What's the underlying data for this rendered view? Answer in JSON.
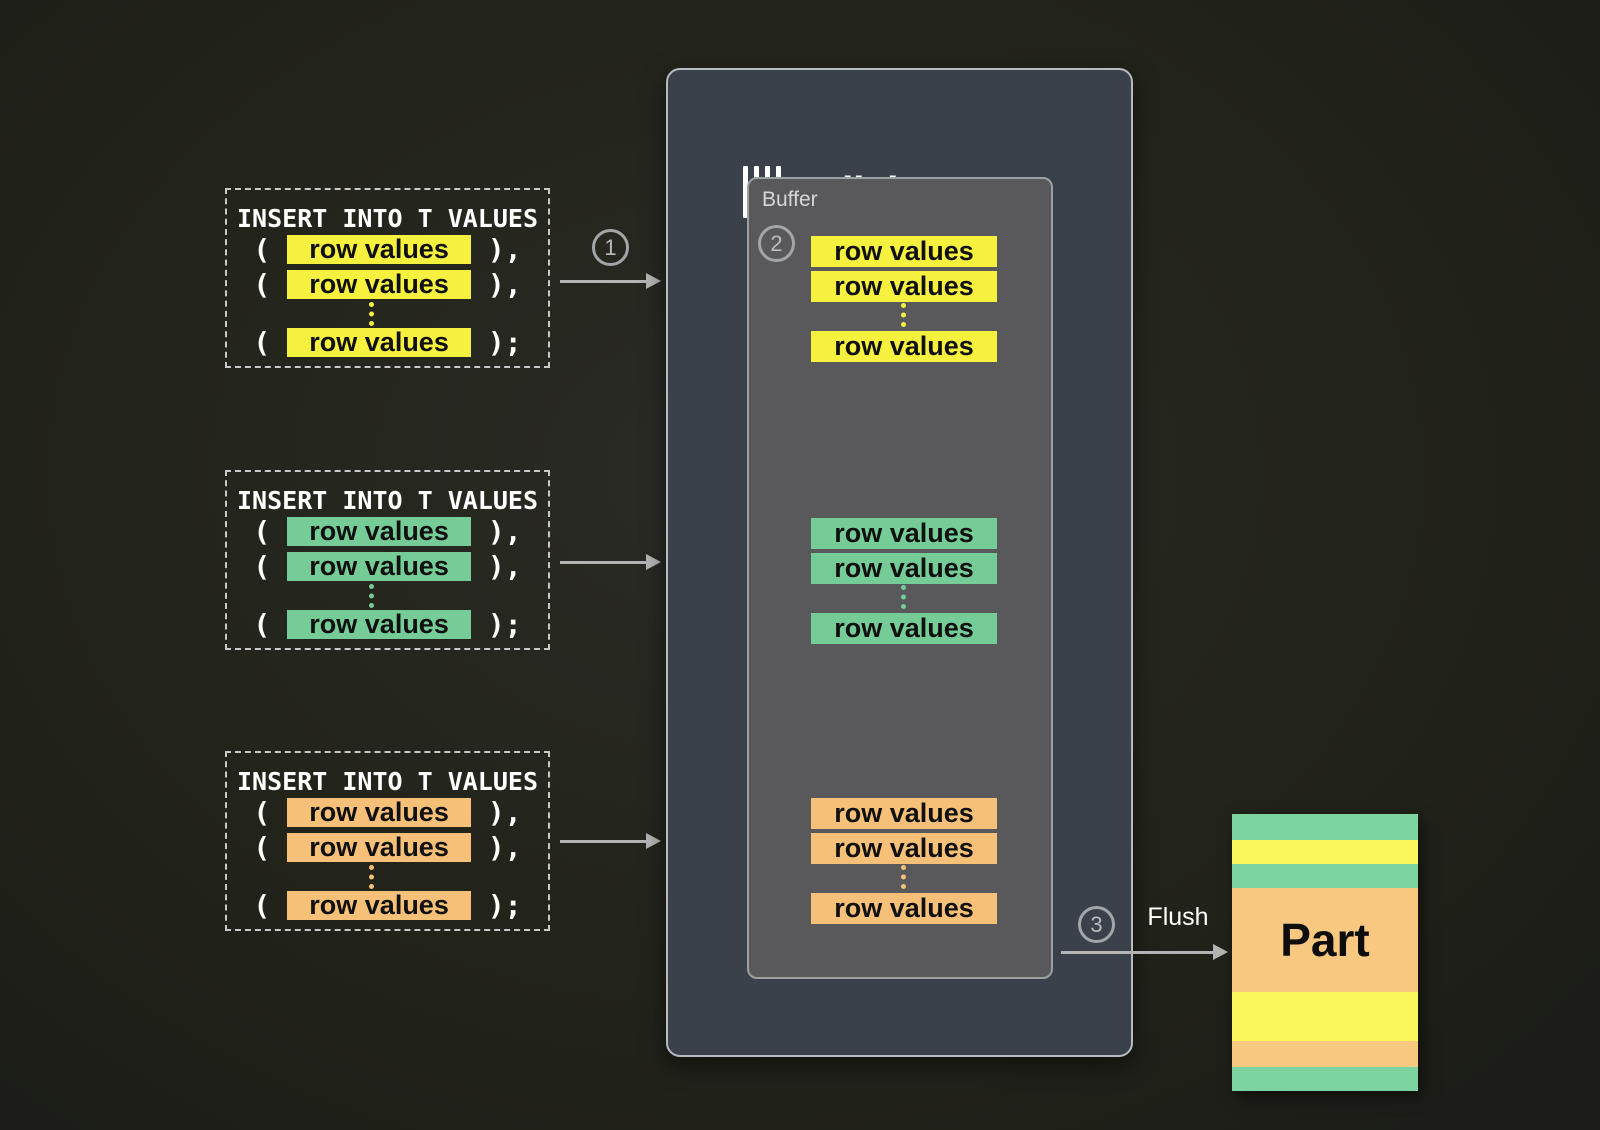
{
  "steps": [
    "1",
    "2",
    "3"
  ],
  "flush_label": "Flush",
  "inserts": [
    {
      "title": "INSERT INTO T VALUES",
      "color": "#f6f13f",
      "open": "( ",
      "close_comma": " ),",
      "close_semi": " );",
      "rows": [
        "row values",
        "row values",
        "row values"
      ]
    },
    {
      "title": "INSERT INTO T VALUES",
      "color": "#76cc97",
      "open": "( ",
      "close_comma": " ),",
      "close_semi": " );",
      "rows": [
        "row values",
        "row values",
        "row values"
      ]
    },
    {
      "title": "INSERT INTO T VALUES",
      "color": "#f6c078",
      "open": "( ",
      "close_comma": " ),",
      "close_semi": " );",
      "rows": [
        "row values",
        "row values",
        "row values"
      ]
    }
  ],
  "clickhouse": {
    "name": "ClickHouse",
    "buffer": {
      "label": "Buffer",
      "clusters": [
        {
          "color": "#f6f13f",
          "rows": [
            "row values",
            "row values",
            "row values"
          ]
        },
        {
          "color": "#76cc97",
          "rows": [
            "row values",
            "row values",
            "row values"
          ]
        },
        {
          "color": "#f6c078",
          "rows": [
            "row values",
            "row values",
            "row values"
          ]
        }
      ]
    }
  },
  "part": {
    "label": "Part",
    "stripes": [
      {
        "color": "#7cd4a1",
        "grow": 32
      },
      {
        "color": "#f9f75b",
        "grow": 30
      },
      {
        "color": "#7cd4a1",
        "grow": 30
      },
      {
        "color": "#f8c880",
        "grow": 62
      },
      {
        "color": "#f9f75b",
        "grow": 61
      },
      {
        "color": "#f8c880",
        "grow": 32
      },
      {
        "color": "#7cd4a1",
        "grow": 30
      }
    ]
  }
}
